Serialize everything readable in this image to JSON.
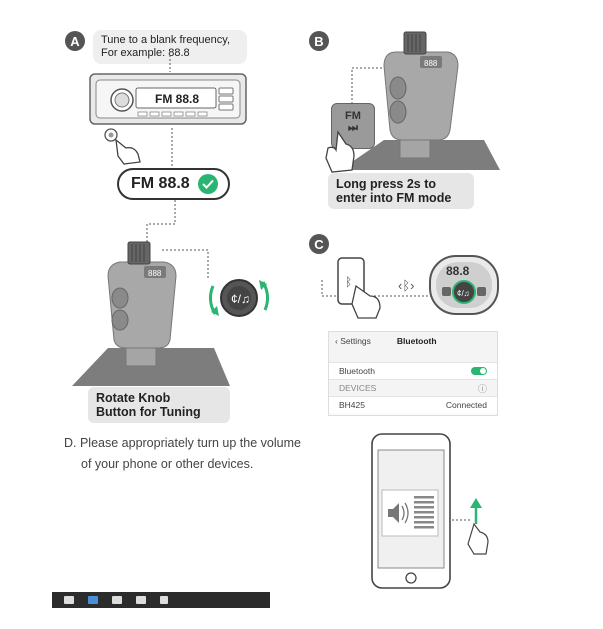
{
  "step_a": {
    "badge": "A",
    "callout_line1": "Tune to a blank frequency,",
    "callout_line2": "For example: 88.8",
    "radio_display": "FM 88.8",
    "freq_pill": "FM 88.8",
    "label_line1": "Rotate Knob",
    "label_line2": "Button for Tuning"
  },
  "step_b": {
    "badge": "B",
    "button_top": "FM",
    "button_bottom": "⏭",
    "label_line1": "Long press 2s to",
    "label_line2": "enter into FM mode"
  },
  "step_c": {
    "badge": "C",
    "device_display": "88.8",
    "bt_header_back": "‹ Settings",
    "bt_header_title": "Bluetooth",
    "bt_row1": "Bluetooth",
    "bt_row2": "DEVICES",
    "bt_row3_name": "BH425",
    "bt_row3_status": "Connected"
  },
  "step_d": {
    "line1": "D. Please appropriately turn up the volume",
    "line2": "of your phone or other devices."
  },
  "colors": {
    "accent": "#2bb573",
    "dark": "#555555"
  }
}
